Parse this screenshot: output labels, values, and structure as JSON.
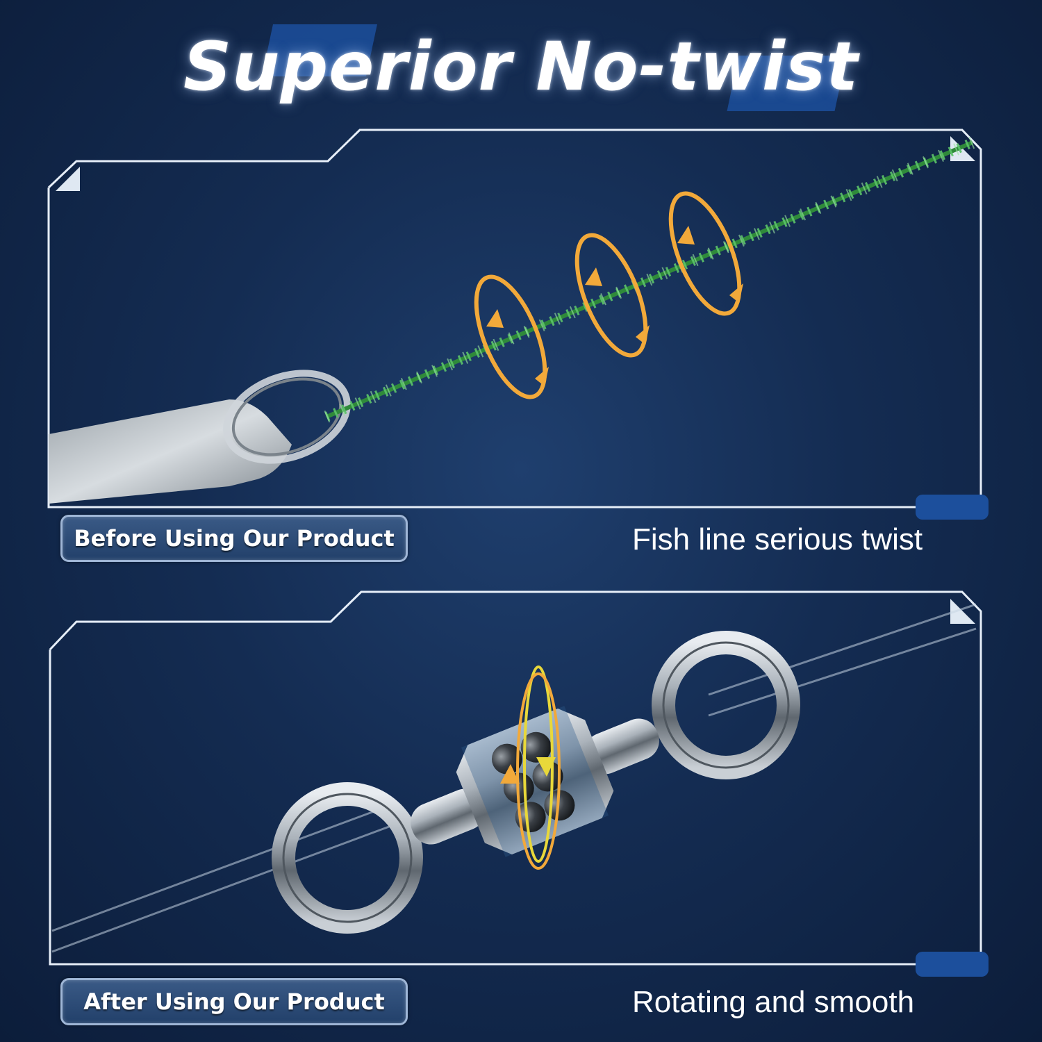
{
  "title": "Superior No-twist",
  "before": {
    "badge": "Before Using Our Product",
    "caption": "Fish line serious twist"
  },
  "after": {
    "badge": "After Using Our Product",
    "caption": "Rotating and smooth"
  },
  "colors": {
    "background": "#142c52",
    "frame": "#e6eef8",
    "accent_blue": "#1c4f9c",
    "twist_arrow": "#f2a93a",
    "line_green": "#2f8a3a",
    "swivel_arrow_yellow": "#e8d83a"
  },
  "icons": [
    "rotation-arrow-icon",
    "swivel-rotation-arrow-icon"
  ]
}
